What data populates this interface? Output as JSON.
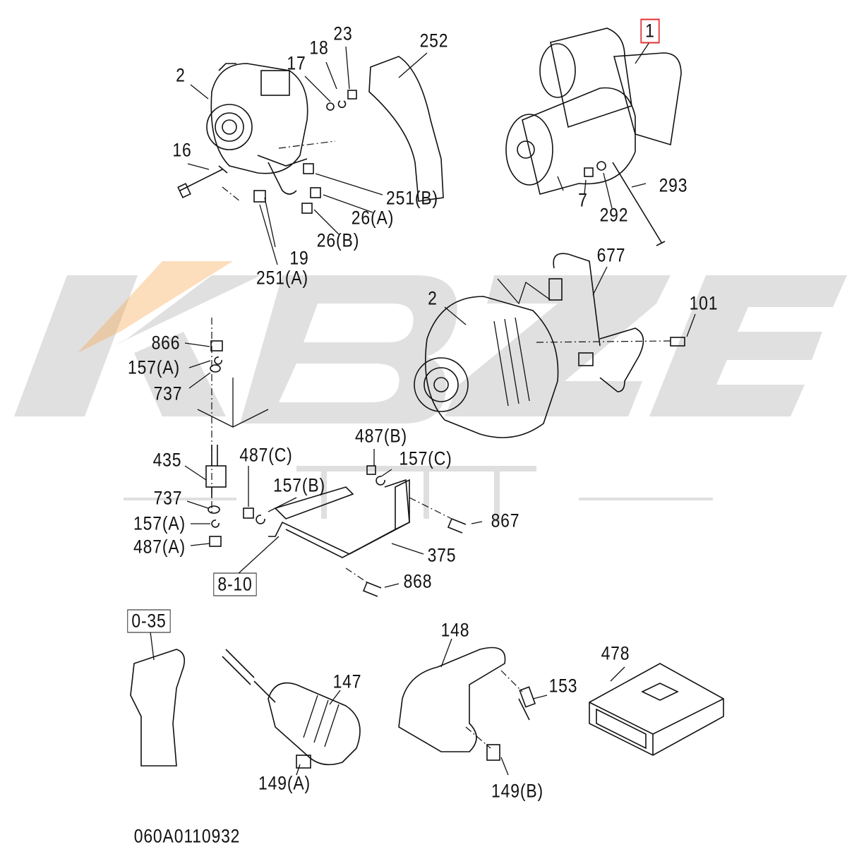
{
  "watermark": {
    "logo_text": "KBZE",
    "accent": "#f5a040",
    "gray": "#d0d0d0"
  },
  "labels": [
    "2",
    "17",
    "18",
    "23",
    "252",
    "16",
    "251(B)",
    "26(A)",
    "26(B)",
    "19",
    "251(A)",
    "1",
    "293",
    "7",
    "292",
    "677",
    "2",
    "101",
    "866",
    "157(A)",
    "737",
    "435",
    "487(C)",
    "487(B)",
    "157(C)",
    "157(B)",
    "737",
    "157(A)",
    "487(A)",
    "867",
    "375",
    "868",
    "8-10",
    "0-35",
    "148",
    "478",
    "147",
    "153",
    "149(A)",
    "149(B)"
  ],
  "diagram_code": "060A0110932",
  "highlight_color": "#e03030"
}
